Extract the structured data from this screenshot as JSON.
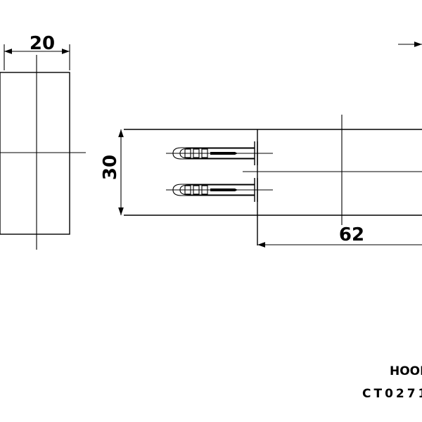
{
  "dimensions": {
    "width_label": "20",
    "height_label": "30",
    "length_label": "62"
  },
  "title_block": {
    "name": "HOOK",
    "code": "CT0271"
  }
}
